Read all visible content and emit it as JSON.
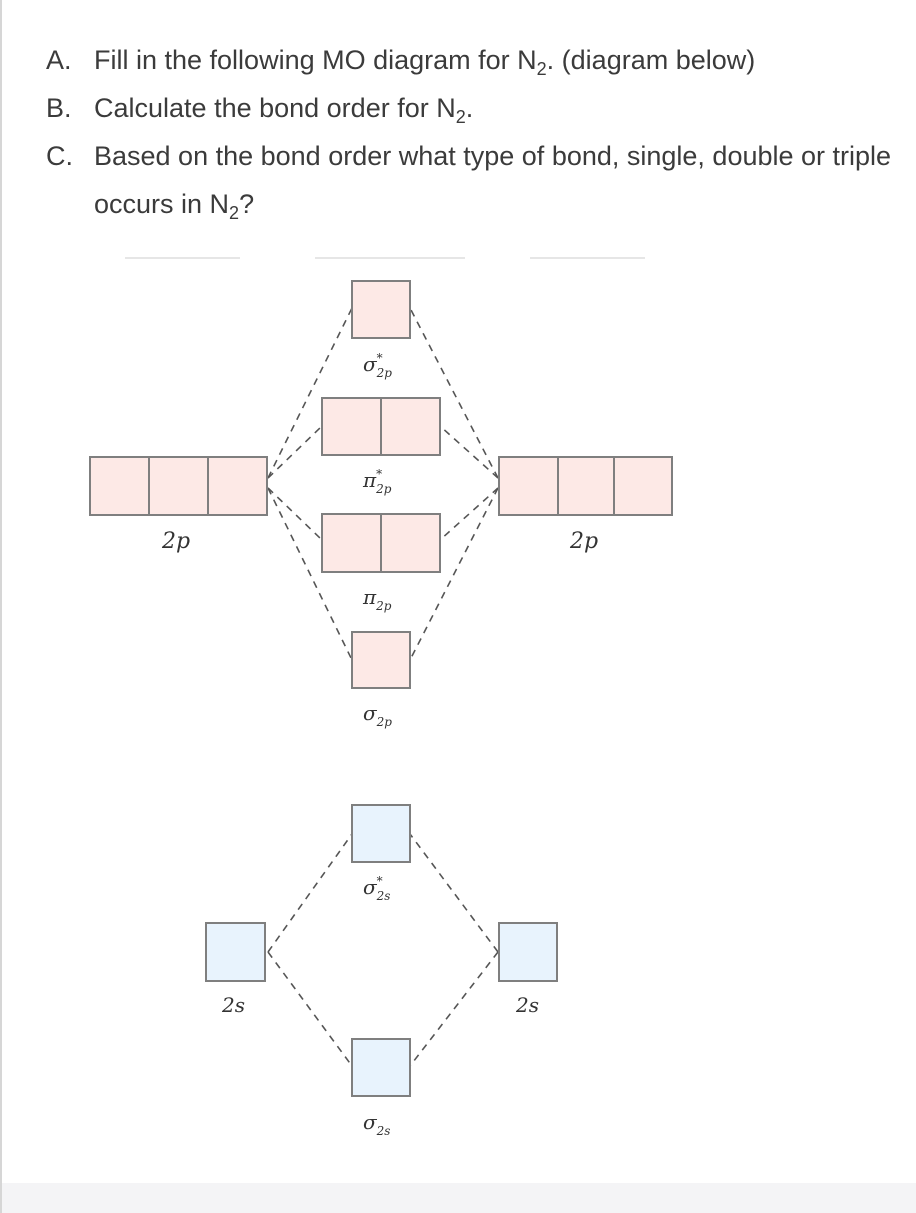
{
  "questions": [
    {
      "marker": "A.",
      "parts": [
        "Fill in the following MO diagram for N",
        "2",
        ". (diagram below)"
      ]
    },
    {
      "marker": "B.",
      "parts": [
        "Calculate the bond order for N",
        "2",
        "."
      ]
    },
    {
      "marker": "C.",
      "parts": [
        "Based on the bond order what type of bond, single, double or triple occurs in N",
        "2",
        "?"
      ]
    }
  ],
  "diagram": {
    "atomic_2p_left": "2p",
    "atomic_2p_right": "2p",
    "atomic_2s_left": "2s",
    "atomic_2s_right": "2s",
    "mo_sigma_star_2p": {
      "symbol": "σ",
      "star": "*",
      "sub": "2p"
    },
    "mo_pi_star_2p": {
      "symbol": "π",
      "star": "*",
      "sub": "2p"
    },
    "mo_pi_2p": {
      "symbol": "π",
      "sub": "2p"
    },
    "mo_sigma_2p": {
      "symbol": "σ",
      "sub": "2p"
    },
    "mo_sigma_star_2s": {
      "symbol": "σ",
      "star": "*",
      "sub": "2s"
    },
    "mo_sigma_2s": {
      "symbol": "σ",
      "sub": "2s"
    },
    "colors": {
      "p_box_fill": "#fde9e6",
      "s_box_fill": "#e8f3fd",
      "box_stroke": "#7f7f7f",
      "dash": "#555555"
    }
  }
}
